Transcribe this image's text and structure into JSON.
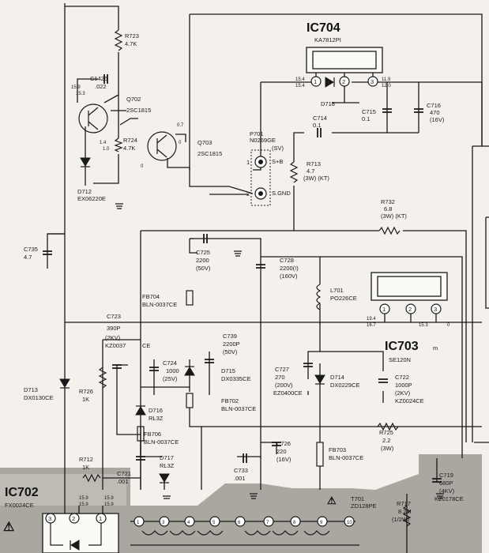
{
  "ic704": {
    "name": "IC704",
    "part": "KA7812PI",
    "pin1": "1",
    "pin2": "2",
    "pin3": "3",
    "v1": "15.4",
    "v1b": "15.4",
    "v2": "11.9",
    "v2b": "12.0"
  },
  "ic703": {
    "name": "IC703",
    "suffix": "m",
    "part": "SE120N",
    "pin1": "1",
    "pin2": "2",
    "pin3": "3",
    "v1": "19.4",
    "v1b": "16.7",
    "v2": "15.3",
    "v3": "0"
  },
  "ic702": {
    "name": "IC702",
    "part": "FX0024CE",
    "pin3": "3",
    "pin2": "2",
    "pin1": "1",
    "v1": "15.9",
    "v2": "15.9",
    "v3": "15.9",
    "v4": "15.9"
  },
  "components": {
    "r723": {
      "ref": "R723",
      "val": "4.7K"
    },
    "c1426": {
      "ref": "C1426",
      "val": ".022",
      "v1": "15.9",
      "v2": "15.3"
    },
    "q702": {
      "ref": "Q702",
      "part": "2SC1815"
    },
    "r724": {
      "ref": "R724",
      "val": "4.7K",
      "v1": "1.4",
      "v2": "1.0",
      "v3": "0.7",
      "v4": "0"
    },
    "q703": {
      "ref": "Q703",
      "part": "2SC1815",
      "v": "0"
    },
    "d712": {
      "ref": "D712",
      "part": "EX06220E"
    },
    "p701": {
      "ref": "P701",
      "part": "N0269GE",
      "note": "(SV)",
      "pin1": "1",
      "pin2": "2",
      "pin1_label": "S+B",
      "pin2_label": "S.GND"
    },
    "d718": {
      "ref": "D718"
    },
    "c714": {
      "ref": "C714",
      "val": "0.1"
    },
    "c715": {
      "ref": "C715",
      "val": "0.1"
    },
    "c716": {
      "ref": "C716",
      "val": "470",
      "rating": "(16V)"
    },
    "r713": {
      "ref": "R713",
      "val": "4.7",
      "rating": "(3W) (KT)"
    },
    "r732": {
      "ref": "R732",
      "val": "6.8",
      "rating": "(3W) (KT)"
    },
    "c735": {
      "ref": "C735",
      "val": "4.7"
    },
    "c725": {
      "ref": "C725",
      "val": "2200",
      "rating": "(50V)"
    },
    "c728": {
      "ref": "C728",
      "val": "2200(!)",
      "rating": "(160V)"
    },
    "l701": {
      "ref": "L701",
      "part": "PO226CE"
    },
    "fb704": {
      "ref": "FB704",
      "part": "BLN-0037CE"
    },
    "c723": {
      "ref": "C723",
      "val": "390P",
      "rating": "(2KV)",
      "part": "KZ0037"
    },
    "c739": {
      "ref": "C739",
      "val": "2200P",
      "rating": "(50V)"
    },
    "c724": {
      "ref": "C724",
      "val": "1000",
      "rating": "(25V)",
      "extra": "CE"
    },
    "d715": {
      "ref": "D715",
      "part": "DX0335CE"
    },
    "c727": {
      "ref": "C727",
      "val": "270",
      "rating": "(200V)",
      "part": "EZ0400CE"
    },
    "d714": {
      "ref": "D714",
      "part": "DX0229CE"
    },
    "c722": {
      "ref": "C722",
      "val": "1000P",
      "rating": "(2KV)",
      "part": "KZ0024CE"
    },
    "d713": {
      "ref": "D713",
      "part": "DX0130CE"
    },
    "r726": {
      "ref": "R726",
      "val": "1K"
    },
    "d716": {
      "ref": "D716",
      "part": "RL3Z"
    },
    "fb702": {
      "ref": "FB702",
      "part": "BLN-0037CE"
    },
    "fb706": {
      "ref": "FB706",
      "part": "BLN-0037CE"
    },
    "r725": {
      "ref": "R725",
      "val": "2.2",
      "rating": "(3W)"
    },
    "c726": {
      "ref": "C726",
      "val": "220",
      "rating": "(16V)"
    },
    "r712": {
      "ref": "R712",
      "val": "1K"
    },
    "c721": {
      "ref": "C721",
      "val": ".001"
    },
    "d717": {
      "ref": "D717",
      "part": "RL3Z"
    },
    "c733": {
      "ref": "C733",
      "val": ".001"
    },
    "fb703": {
      "ref": "FB703",
      "part": "BLN-0037CE"
    },
    "t701": {
      "ref": "T701",
      "part": "ZD128PE"
    },
    "r717": {
      "ref": "R717",
      "val": "8.2M",
      "rating": "(1/2W)"
    },
    "c719": {
      "ref": "C719",
      "val": "680P",
      "rating": "(4KV)",
      "part": "KZ0178CE"
    }
  },
  "transformer_pins": [
    "1",
    "3",
    "4",
    "5",
    "6",
    "7",
    "8",
    "9",
    "10"
  ],
  "warning_symbol": "⚠",
  "colors": {
    "ink": "#1a1a1a",
    "paper": "#f4f1ec",
    "shade": "#9a9891"
  }
}
